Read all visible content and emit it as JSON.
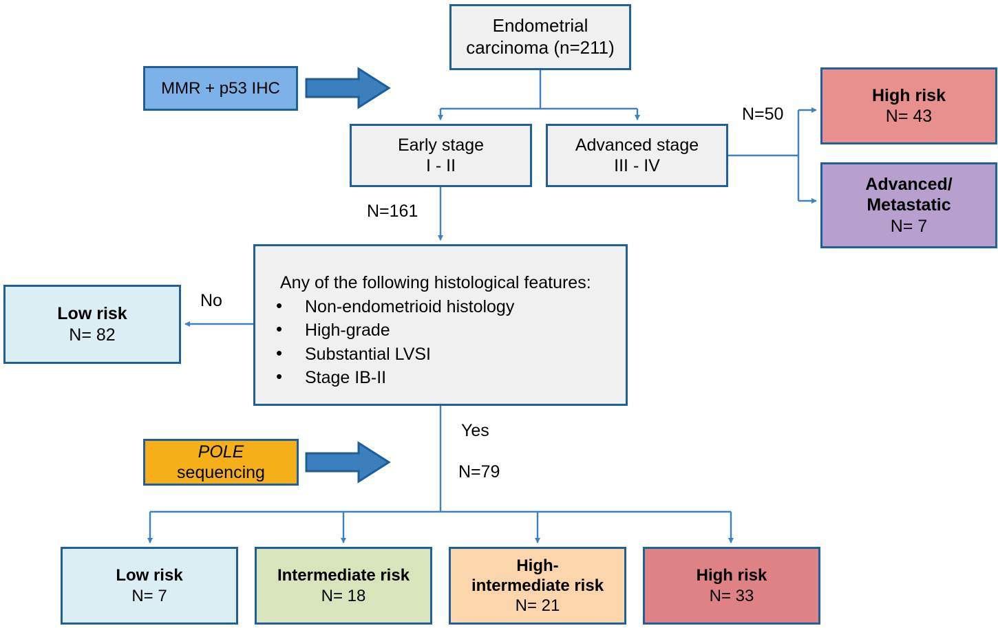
{
  "diagram": {
    "title": "Endometrial carcinoma risk stratification flowchart",
    "colors": {
      "border": "#1F6099",
      "connector": "#3B82C4",
      "plain_fill": "#F0F0F0",
      "ihc_blue": "#7DB2E8",
      "pole_amber": "#F5AF18",
      "low_risk_cyan": "#DAEEF3",
      "intermediate_green": "#D7E4BC",
      "high_intermediate_orange": "#FBD5AC",
      "high_risk_red": "#DE8285",
      "high_risk_red_top": "#E8908E",
      "metastatic_purple": "#B7A0CE",
      "block_arrow_blue": "#3C7FBF"
    },
    "nodes": {
      "root": {
        "line1": "Endometrial",
        "line2": "carcinoma (n=211)"
      },
      "mmr_ihc": {
        "line1": "MMR + p53 IHC"
      },
      "early_stage": {
        "line1": "Early stage",
        "line2": "I - II"
      },
      "advanced_stage": {
        "line1": "Advanced stage",
        "line2": "III - IV"
      },
      "high_risk_advanced": {
        "line1": "High risk",
        "line2": "N= 43"
      },
      "advanced_metastatic": {
        "line1": "Advanced/",
        "line2": "Metastatic",
        "line3": "N= 7"
      },
      "histology": {
        "title": "Any of the following histological features:",
        "bullet_glyph": "•",
        "items": [
          "Non-endometrioid histology",
          "High-grade",
          "Substantial LVSI",
          "Stage IB-II"
        ]
      },
      "low_risk_no": {
        "line1": "Low risk",
        "line2": "N= 82"
      },
      "pole_sequencing": {
        "line1": "POLE",
        "line2": "sequencing"
      },
      "low_risk_final": {
        "line1": "Low risk",
        "line2": "N= 7"
      },
      "intermediate_risk": {
        "line1": "Intermediate risk",
        "line2": "N= 18"
      },
      "high_intermediate_risk": {
        "line1": "High-",
        "line2": "intermediate risk",
        "line3": "N= 21"
      },
      "high_risk_final": {
        "line1": "High risk",
        "line2": "N= 33"
      }
    },
    "edge_labels": {
      "advanced_count": "N=50",
      "early_count": "N=161",
      "histology_no": "No",
      "histology_yes": "Yes",
      "histology_yes_count": "N=79"
    }
  },
  "chart_data": {
    "type": "diagram",
    "title": "Endometrial carcinoma risk stratification flowchart",
    "total_n": 211,
    "branches": [
      {
        "name": "Early stage I - II",
        "n": 161
      },
      {
        "name": "Advanced stage III - IV",
        "n": 50
      }
    ],
    "outcomes": [
      {
        "name": "High risk (advanced stage)",
        "n": 43,
        "color": "#E8908E"
      },
      {
        "name": "Advanced/Metastatic",
        "n": 7,
        "color": "#B7A0CE"
      },
      {
        "name": "Low risk (no histological features)",
        "n": 82,
        "color": "#DAEEF3"
      },
      {
        "name": "Low risk (POLE)",
        "n": 7,
        "color": "#DAEEF3"
      },
      {
        "name": "Intermediate risk",
        "n": 18,
        "color": "#D7E4BC"
      },
      {
        "name": "High-intermediate risk",
        "n": 21,
        "color": "#FBD5AC"
      },
      {
        "name": "High risk",
        "n": 33,
        "color": "#DE8285"
      }
    ],
    "assays": [
      "MMR + p53 IHC",
      "POLE sequencing"
    ]
  }
}
